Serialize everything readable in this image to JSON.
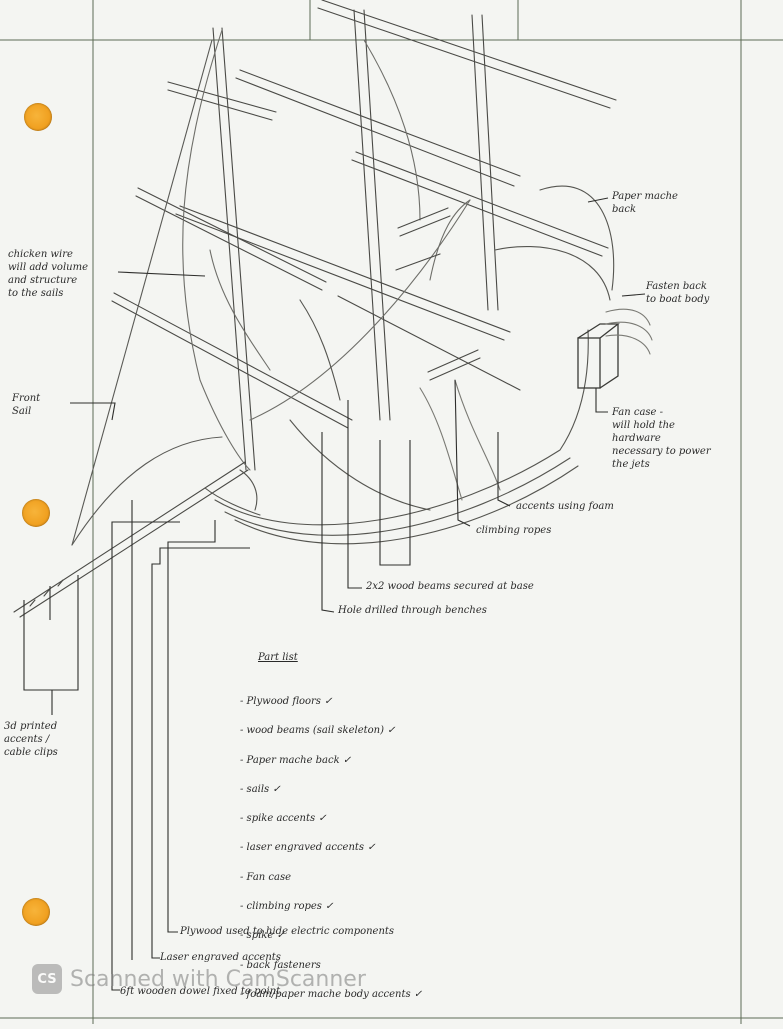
{
  "annotations": {
    "chicken_wire": "chicken wire\nwill add volume\nand structure\nto the sails",
    "front_sail": "Front\nSail",
    "paper_mache_back": "Paper mache\nback",
    "fasten_back": "Fasten back\nto boat body",
    "fan_case": "Fan case -\nwill hold the\nhardware\nnecessary to power\nthe jets",
    "accents_foam": "accents using foam",
    "climbing_ropes": "climbing ropes",
    "wood_beams": "2x2 wood beams secured at base",
    "hole_drilled": "Hole drilled through benches",
    "printed_accents": "3d printed\naccents /\ncable clips",
    "plywood_hide": "Plywood used to hide electric components",
    "laser_accents": "Laser engraved accents",
    "dowel": "6ft wooden dowel fixed to point"
  },
  "parts": {
    "title": "Part list",
    "items": [
      "- Plywood floors ✓",
      "- wood beams (sail skeleton) ✓",
      "- Paper mache back ✓",
      "- sails ✓",
      "- spike accents ✓",
      "- laser engraved accents ✓",
      "- Fan case",
      "- climbing ropes ✓",
      "- spike ✓",
      "- back fasteners",
      "- foam/paper mache body accents ✓"
    ]
  },
  "watermark": {
    "logo": "CS",
    "text": "Scanned with CamScanner"
  },
  "colors": {
    "paper": "#f4f5f2",
    "pencil": "#3a3a3a",
    "ink": "#2a2a2a",
    "hole": "#f0a020"
  }
}
